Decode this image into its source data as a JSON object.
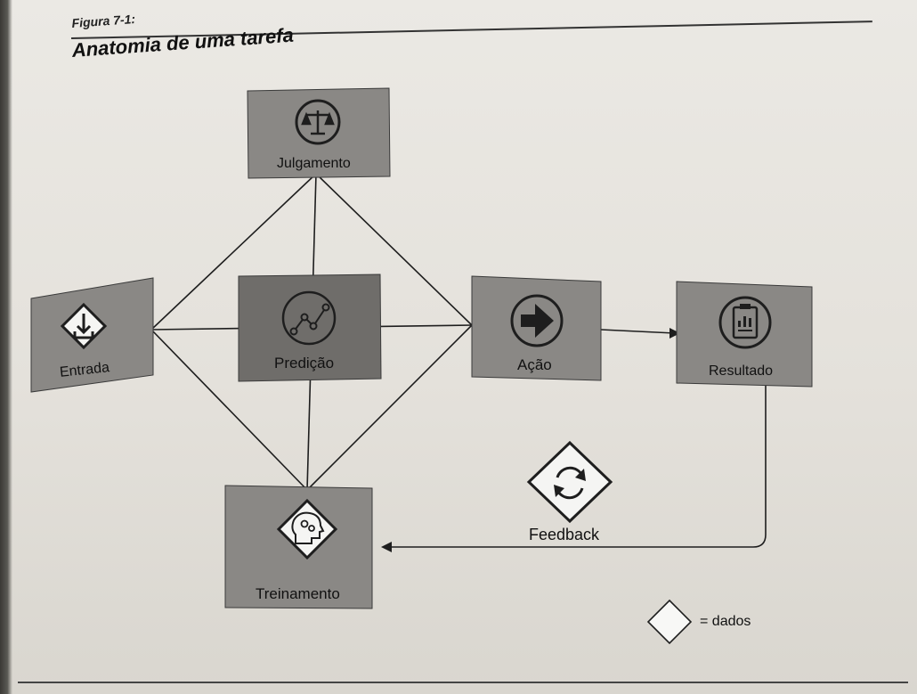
{
  "figure": {
    "label": "Figura 7-1:",
    "title": "Anatomia de uma tarefa"
  },
  "nodes": {
    "judgment": {
      "label": "Julgamento",
      "icon": "scales-icon"
    },
    "input": {
      "label": "Entrada",
      "icon": "download-icon"
    },
    "prediction": {
      "label": "Predição",
      "icon": "line-chart-icon"
    },
    "action": {
      "label": "Ação",
      "icon": "arrow-right-icon"
    },
    "outcome": {
      "label": "Resultado",
      "icon": "clipboard-report-icon"
    },
    "training": {
      "label": "Treinamento",
      "icon": "head-gears-icon"
    },
    "feedback": {
      "label": "Feedback",
      "icon": "refresh-icon"
    }
  },
  "legend": {
    "label": "= dados",
    "icon": "diamond-icon"
  },
  "colors": {
    "box": "#8a8885",
    "box_dark": "#6f6d6a",
    "line": "#1e1e1e",
    "diamond_fill": "#f5f5f3"
  }
}
